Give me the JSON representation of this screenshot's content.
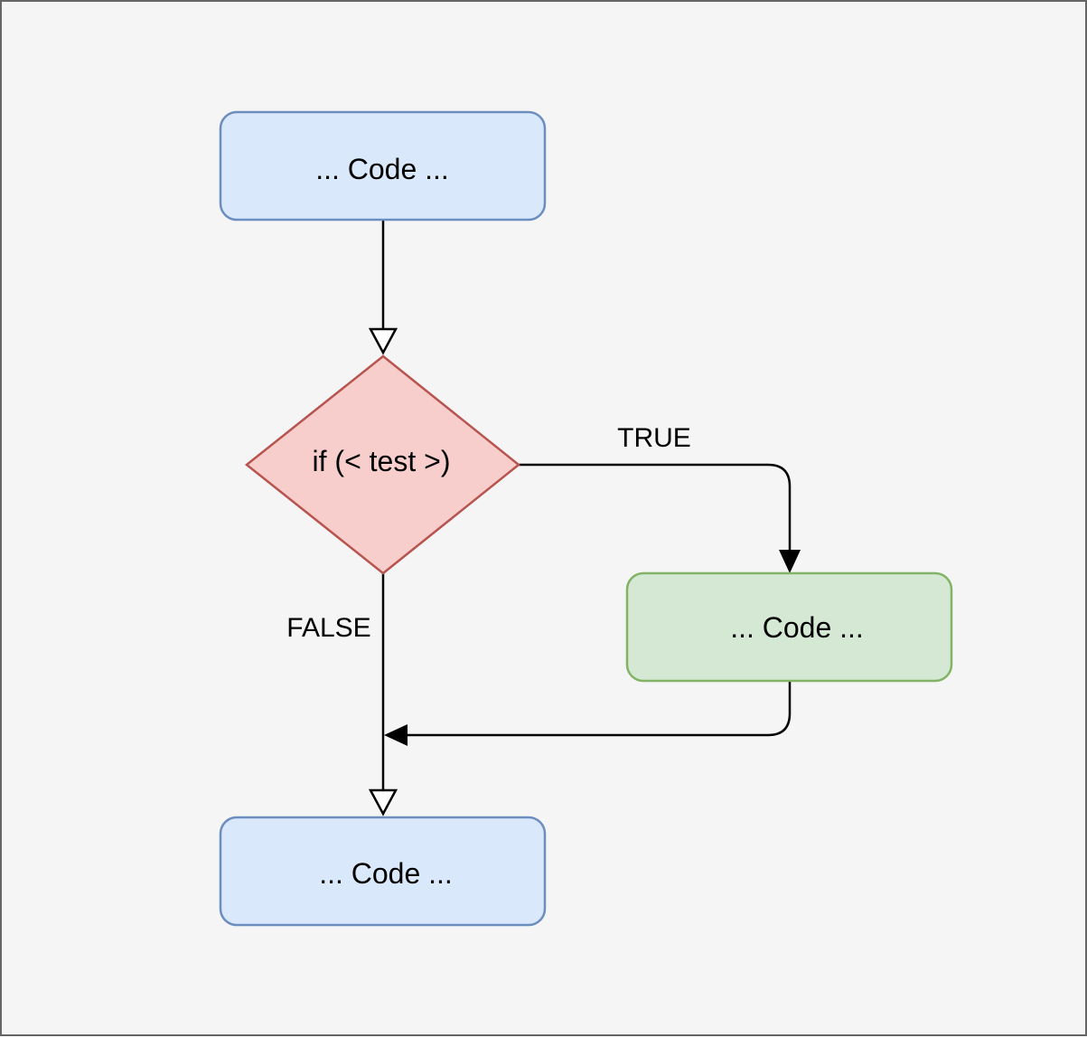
{
  "diagram": {
    "start_node": {
      "label": "... Code ..."
    },
    "decision_node": {
      "label": "if (< test >)"
    },
    "true_node": {
      "label": "... Code ..."
    },
    "end_node": {
      "label": "... Code ..."
    },
    "true_edge_label": "TRUE",
    "false_edge_label": "FALSE",
    "colors": {
      "background": "#f5f5f5",
      "frame_border": "#666666",
      "blue_fill": "#dae8fc",
      "blue_stroke": "#6c8ebf",
      "red_fill": "#f8cecc",
      "red_stroke": "#b85450",
      "green_fill": "#d5e8d4",
      "green_stroke": "#82b366",
      "edge": "#000000"
    }
  }
}
